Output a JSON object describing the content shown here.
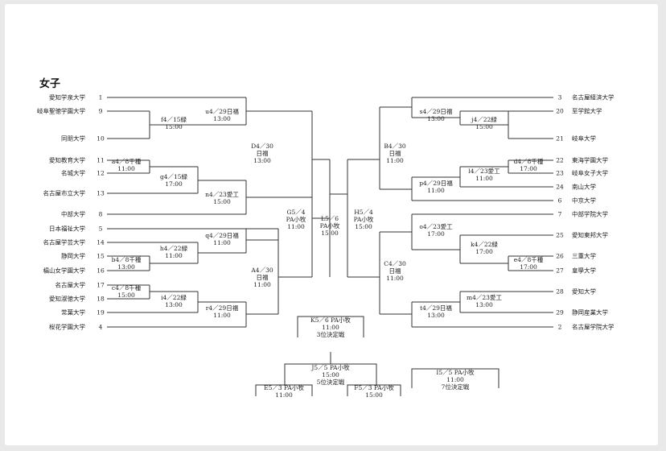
{
  "title": "女子",
  "left_teams": [
    {
      "name": "愛知学泉大学",
      "seed": "1"
    },
    {
      "name": "岐阜聖徳学園大学",
      "seed": "9"
    },
    {
      "name": "同朋大学",
      "seed": "10"
    },
    {
      "name": "愛知教育大学",
      "seed": "11"
    },
    {
      "name": "名城大学",
      "seed": "12"
    },
    {
      "name": "名古屋市立大学",
      "seed": "13"
    },
    {
      "name": "中部大学",
      "seed": "8"
    },
    {
      "name": "日本福祉大学",
      "seed": "5"
    },
    {
      "name": "名古屋学芸大学",
      "seed": "14"
    },
    {
      "name": "静岡大学",
      "seed": "15"
    },
    {
      "name": "椙山女学園大学",
      "seed": "16"
    },
    {
      "name": "名古屋大学",
      "seed": "17"
    },
    {
      "name": "愛知淑徳大学",
      "seed": "18"
    },
    {
      "name": "常葉大学",
      "seed": "19"
    },
    {
      "name": "桜花学園大学",
      "seed": "4"
    }
  ],
  "right_teams": [
    {
      "name": "名古屋経済大学",
      "seed": "3"
    },
    {
      "name": "至学館大学",
      "seed": "20"
    },
    {
      "name": "岐阜大学",
      "seed": "21"
    },
    {
      "name": "東海学園大学",
      "seed": "22"
    },
    {
      "name": "岐阜女子大学",
      "seed": "23"
    },
    {
      "name": "南山大学",
      "seed": "24"
    },
    {
      "name": "中京大学",
      "seed": "6"
    },
    {
      "name": "中部学院大学",
      "seed": "7"
    },
    {
      "name": "愛知東邦大学",
      "seed": "25"
    },
    {
      "name": "三重大学",
      "seed": "26"
    },
    {
      "name": "皇學大学",
      "seed": "27"
    },
    {
      "name": "愛知大学",
      "seed": "28"
    },
    {
      "name": "静岡産業大学",
      "seed": "29"
    },
    {
      "name": "名古屋学院大学",
      "seed": "2"
    }
  ],
  "matches": {
    "a": {
      "date": "a4／8千種",
      "time": "11:00"
    },
    "b": {
      "date": "b4／8千種",
      "time": "13:00"
    },
    "c": {
      "date": "c4／8千種",
      "time": "15:00"
    },
    "d": {
      "date": "d4／8千種",
      "time": "17:00"
    },
    "e": {
      "date": "e4／8千種",
      "time": "17:00"
    },
    "f": {
      "date": "f4／15緑",
      "time": "15:00"
    },
    "g": {
      "date": "g4／15緑",
      "time": "17:00"
    },
    "h": {
      "date": "h4／22緑",
      "time": "11:00"
    },
    "i": {
      "date": "i4／22緑",
      "time": "13:00"
    },
    "j": {
      "date": "j4／22緑",
      "time": "15:00"
    },
    "k": {
      "date": "k4／22緑",
      "time": "17:00"
    },
    "l": {
      "date": "l4／23愛工",
      "time": "11:00"
    },
    "m": {
      "date": "m4／23愛工",
      "time": "13:00"
    },
    "n": {
      "date": "n4／23愛工",
      "time": "15:00"
    },
    "o": {
      "date": "o4／23愛工",
      "time": "17:00"
    },
    "p": {
      "date": "p4／29日福",
      "time": "11:00"
    },
    "q": {
      "date": "q4／29日福",
      "time": "11:00"
    },
    "r": {
      "date": "r4／29日福",
      "time": "11:00"
    },
    "s": {
      "date": "s4／29日福",
      "time": "13:00"
    },
    "t": {
      "date": "t4／29日福",
      "time": "13:00"
    },
    "u": {
      "date": "u4／29日福",
      "time": "13:00"
    },
    "A": {
      "date": "A4／30",
      "venue": "日福",
      "time": "11:00"
    },
    "B": {
      "date": "B4／30",
      "venue": "日福",
      "time": "11:00"
    },
    "C": {
      "date": "C4／30",
      "venue": "日福",
      "time": "11:00"
    },
    "D": {
      "date": "D4／30",
      "venue": "日福",
      "time": "13:00"
    },
    "G": {
      "date": "G5／4",
      "venue": "PA小牧",
      "time": "11:00"
    },
    "H": {
      "date": "H5／4",
      "venue": "PA小牧",
      "time": "15:00"
    },
    "L": {
      "date": "L5／6",
      "venue": "PA小牧",
      "time": "15:00"
    }
  },
  "placement": {
    "K": {
      "line1": "K5／6 PA小牧",
      "time": "11:00",
      "label": "3位決定戦"
    },
    "J": {
      "line1": "J5／5 PA小牧",
      "time": "15:00",
      "label": "5位決定戦"
    },
    "E": {
      "line1": "E5／3 PA小牧",
      "time": "11:00"
    },
    "F": {
      "line1": "F5／3 PA小牧",
      "time": "15:00"
    },
    "I": {
      "line1": "I5／5 PA小牧",
      "time": "11:00",
      "label": "7位決定戦"
    }
  }
}
